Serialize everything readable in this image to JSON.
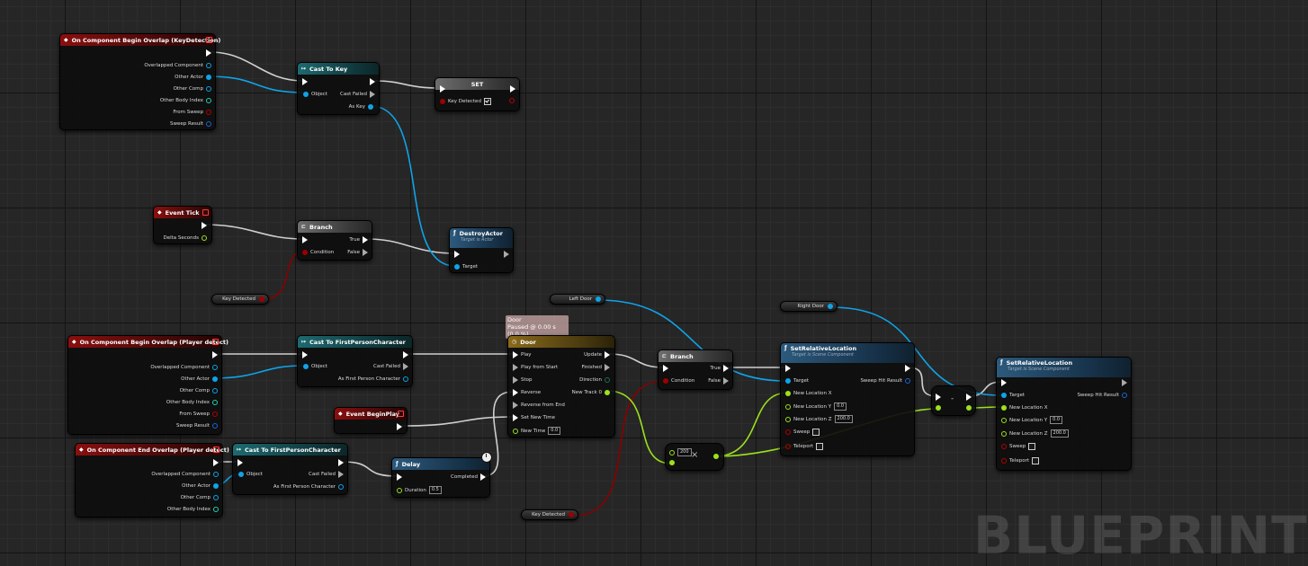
{
  "watermark": "BLUEPRINT",
  "nodes": {
    "overlap_key": {
      "title": "On Component Begin Overlap (KeyDetection)",
      "pins": [
        "Overlapped Component",
        "Other Actor",
        "Other Comp",
        "Other Body Index",
        "From Sweep",
        "Sweep Result"
      ]
    },
    "cast_key": {
      "title": "Cast To Key",
      "object": "Object",
      "cast_failed": "Cast Failed",
      "as": "As Key"
    },
    "set_node": {
      "title": "SET",
      "var": "Key Detected"
    },
    "event_tick": {
      "title": "Event Tick",
      "delta": "Delta Seconds"
    },
    "branch1": {
      "title": "Branch",
      "true": "True",
      "false": "False",
      "condition": "Condition"
    },
    "key_var1": {
      "label": "Key Detected"
    },
    "destroy": {
      "title": "DestroyActor",
      "subtitle": "Target is Actor",
      "target": "Target"
    },
    "left_door": {
      "label": "Left Door"
    },
    "right_door": {
      "label": "Right Door"
    },
    "timeline_comment": {
      "line1": "Door",
      "line2": "Paused @ 0.00 s (0.0 %)"
    },
    "timeline": {
      "title": "Door",
      "inputs": [
        "Play",
        "Play from Start",
        "Stop",
        "Reverse",
        "Reverse from End",
        "Set New Time",
        "New Time"
      ],
      "new_time": "0.0",
      "outputs": [
        "Update",
        "Finished",
        "Direction",
        "New Track 0"
      ]
    },
    "overlap_player": {
      "title": "On Component Begin Overlap (Player detect)",
      "pins": [
        "Overlapped Component",
        "Other Actor",
        "Other Comp",
        "Other Body Index",
        "From Sweep",
        "Sweep Result"
      ]
    },
    "cast_fpc1": {
      "title": "Cast To FirstPersonCharacter",
      "object": "Object",
      "cast_failed": "Cast Failed",
      "as": "As First Person Character"
    },
    "event_beginplay": {
      "title": "Event BeginPlay"
    },
    "end_overlap": {
      "title": "On Component End Overlap (Player detect)",
      "pins": [
        "Overlapped Component",
        "Other Actor",
        "Other Comp",
        "Other Body Index"
      ]
    },
    "cast_fpc2": {
      "title": "Cast To FirstPersonCharacter",
      "object": "Object",
      "cast_failed": "Cast Failed",
      "as": "As First Person Character"
    },
    "delay": {
      "title": "Delay",
      "completed": "Completed",
      "duration": "Duration",
      "duration_value": "0.5"
    },
    "branch2": {
      "title": "Branch",
      "true": "True",
      "false": "False",
      "condition": "Condition"
    },
    "multiply": {
      "value": "200",
      "symbol": "×"
    },
    "setrel1": {
      "title": "SetRelativeLocation",
      "subtitle": "Target is Scene Component",
      "target": "Target",
      "sweep_hit": "Sweep Hit Result",
      "x": "New Location X",
      "y": "New Location Y",
      "z": "New Location Z",
      "y_val": "0.0",
      "z_val": "200.0",
      "sweep": "Sweep",
      "teleport": "Teleport"
    },
    "minus": {
      "symbol": "-"
    },
    "setrel2": {
      "title": "SetRelativeLocation",
      "subtitle": "Target is Scene Component",
      "target": "Target",
      "sweep_hit": "Sweep Hit Result",
      "x": "New Location X",
      "y": "New Location Y",
      "z": "New Location Z",
      "y_val": "0.0",
      "z_val": "200.0",
      "sweep": "Sweep",
      "teleport": "Teleport"
    },
    "key_var2": {
      "label": "Key Detected"
    }
  },
  "colors": {
    "exec": "#ffffff",
    "object": "#0fa3e8",
    "bool": "#9c0000",
    "float": "#9ce11c"
  }
}
